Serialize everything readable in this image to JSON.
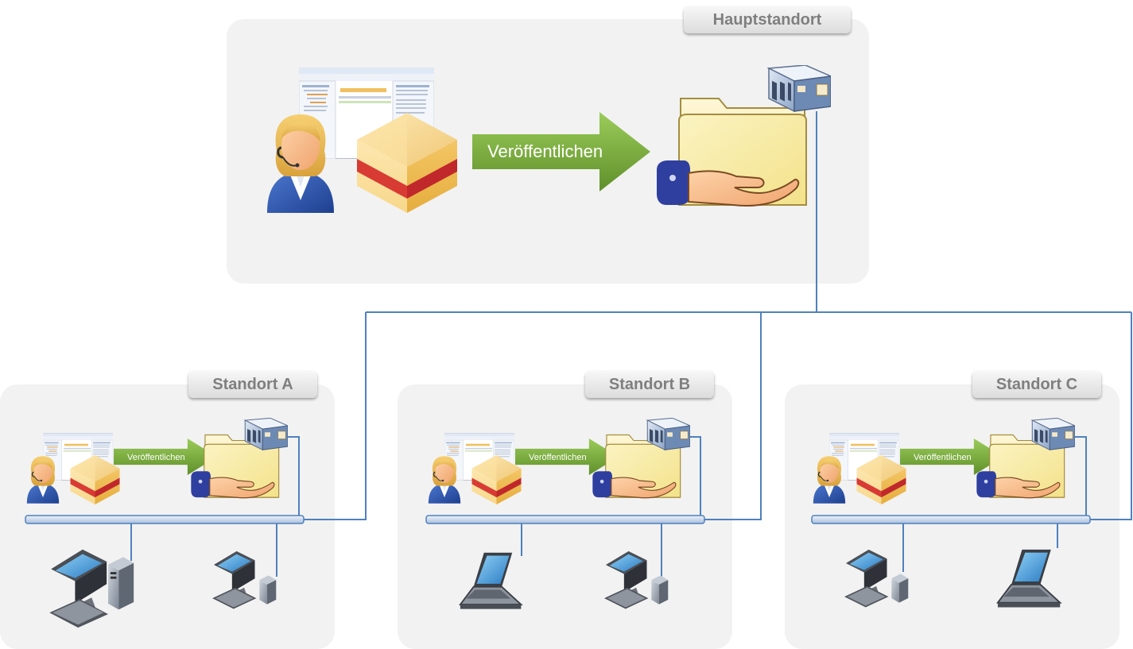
{
  "main_site": {
    "title": "Hauptstandort",
    "arrow_label": "Veröffentlichen",
    "window_title": "Hinweise - Alle"
  },
  "sites": [
    {
      "title": "Standort A",
      "arrow_label": "Veröffentlichen"
    },
    {
      "title": "Standort B",
      "arrow_label": "Veröffentlichen"
    },
    {
      "title": "Standort C",
      "arrow_label": "Veröffentlichen"
    }
  ],
  "colors": {
    "panel": "#f2f2f2",
    "line": "#4f81bd",
    "arrow": "#77a93a",
    "tab_text": "#7f7f7f"
  },
  "icons": [
    "agent-icon",
    "package-icon",
    "folder-icon",
    "hand-icon",
    "server-icon",
    "desktop-pc-icon",
    "laptop-icon",
    "app-window-icon"
  ]
}
